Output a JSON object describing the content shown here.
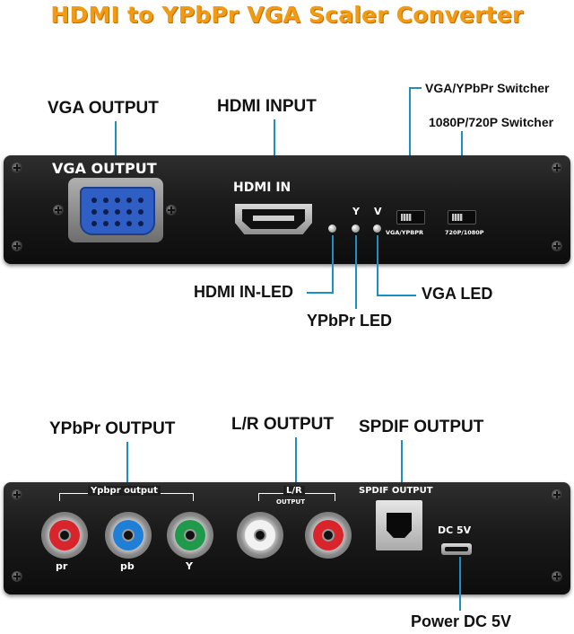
{
  "title": "HDMI to YPbPr VGA Scaler Converter",
  "colors": {
    "title": "#f29a12",
    "leader_line": "#1b8fc6",
    "panel": "#1a1a1a"
  },
  "callouts": {
    "vga_output": "VGA OUTPUT",
    "hdmi_input": "HDMI INPUT",
    "vga_ypbpr_switcher": "VGA/YPbPr Switcher",
    "res_switcher": "1080P/720P Switcher",
    "hdmi_in_led": "HDMI IN-LED",
    "ypbpr_led": "YPbPr LED",
    "vga_led": "VGA LED",
    "ypbpr_output": "YPbPr OUTPUT",
    "lr_output": "L/R OUTPUT",
    "spdif_output": "SPDIF OUTPUT",
    "power": "Power DC 5V"
  },
  "front_panel": {
    "vga_label": "VGA OUTPUT",
    "hdmi_label": "HDMI IN",
    "led_y": "Y",
    "led_v": "V",
    "switch1_label": "VGA/YPBPR",
    "switch2_label": "720P/1080P"
  },
  "rear_panel": {
    "ypbpr_label": "Ypbpr output",
    "ypbpr_ports": [
      {
        "label": "pr",
        "color": "#d8242a"
      },
      {
        "label": "pb",
        "color": "#1f7ed6"
      },
      {
        "label": "Y",
        "color": "#1f9a4a"
      }
    ],
    "lr_label": "L/R",
    "lr_sub": "OUTPUT",
    "lr_ports": [
      {
        "color": "#f2f2f2"
      },
      {
        "color": "#d8242a"
      }
    ],
    "spdif_label": "SPDIF OUTPUT",
    "dc_label": "DC 5V"
  }
}
